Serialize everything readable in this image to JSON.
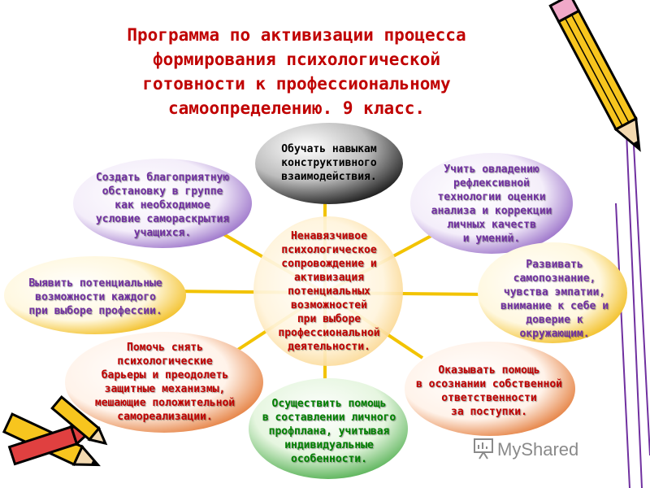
{
  "title": {
    "lines": [
      "Программа по активизации процесса",
      "формирования психологической",
      "готовности к профессиональному",
      "самоопределению. 9 класс."
    ]
  },
  "center": {
    "lines": [
      "Ненавязчивое",
      "психологическое",
      "сопровождение и",
      "активизация",
      "потенциальных",
      "возможностей",
      "при выборе",
      "профессиональной",
      "деятельности."
    ],
    "color": "#c00000"
  },
  "nodes": {
    "top": {
      "lines": [
        "Обучать навыкам",
        "конструктивного",
        "взаимодействия."
      ],
      "color": "#000000"
    },
    "upper_left": {
      "lines": [
        "Создать благоприятную",
        "обстановку в группе",
        "как необходимое",
        "условие самораскрытия",
        "учащихся."
      ],
      "color": "#7030a0"
    },
    "upper_right": {
      "lines": [
        "Учить овладению",
        "рефлексивной",
        "технологии оценки",
        "анализа и коррекции",
        "личных качеств",
        "и умений."
      ],
      "color": "#7030a0"
    },
    "left": {
      "lines": [
        "Выявить потенциальные",
        "возможности каждого",
        "при выборе профессии."
      ],
      "color": "#7030a0"
    },
    "right": {
      "lines": [
        "Развивать",
        "самопознание,",
        "чувства эмпатии,",
        "внимание к себе и",
        "доверие к",
        "окружающим."
      ],
      "color": "#7030a0"
    },
    "lower_left": {
      "lines": [
        "Помочь снять",
        "психологические",
        "барьеры и преодолеть",
        "защитные механизмы,",
        "мешающие положительной",
        "самореализации."
      ],
      "color": "#c00000"
    },
    "lower_right": {
      "lines": [
        "Оказывать помощь",
        "в осознании собственной",
        "ответственности",
        "за поступки."
      ],
      "color": "#c00000"
    },
    "bottom": {
      "lines": [
        "Осуществить помощь",
        "в составлении личного",
        "профплана, учитывая",
        "индивидуальные",
        "особенности."
      ],
      "color": "#008000"
    }
  },
  "watermark": "MyShared",
  "colors": {
    "spoke": "#f2c300",
    "accent_red": "#c00000",
    "accent_purple": "#7030a0",
    "accent_green": "#008000"
  },
  "icons": [
    "pencil-icon",
    "crayon-icon"
  ]
}
